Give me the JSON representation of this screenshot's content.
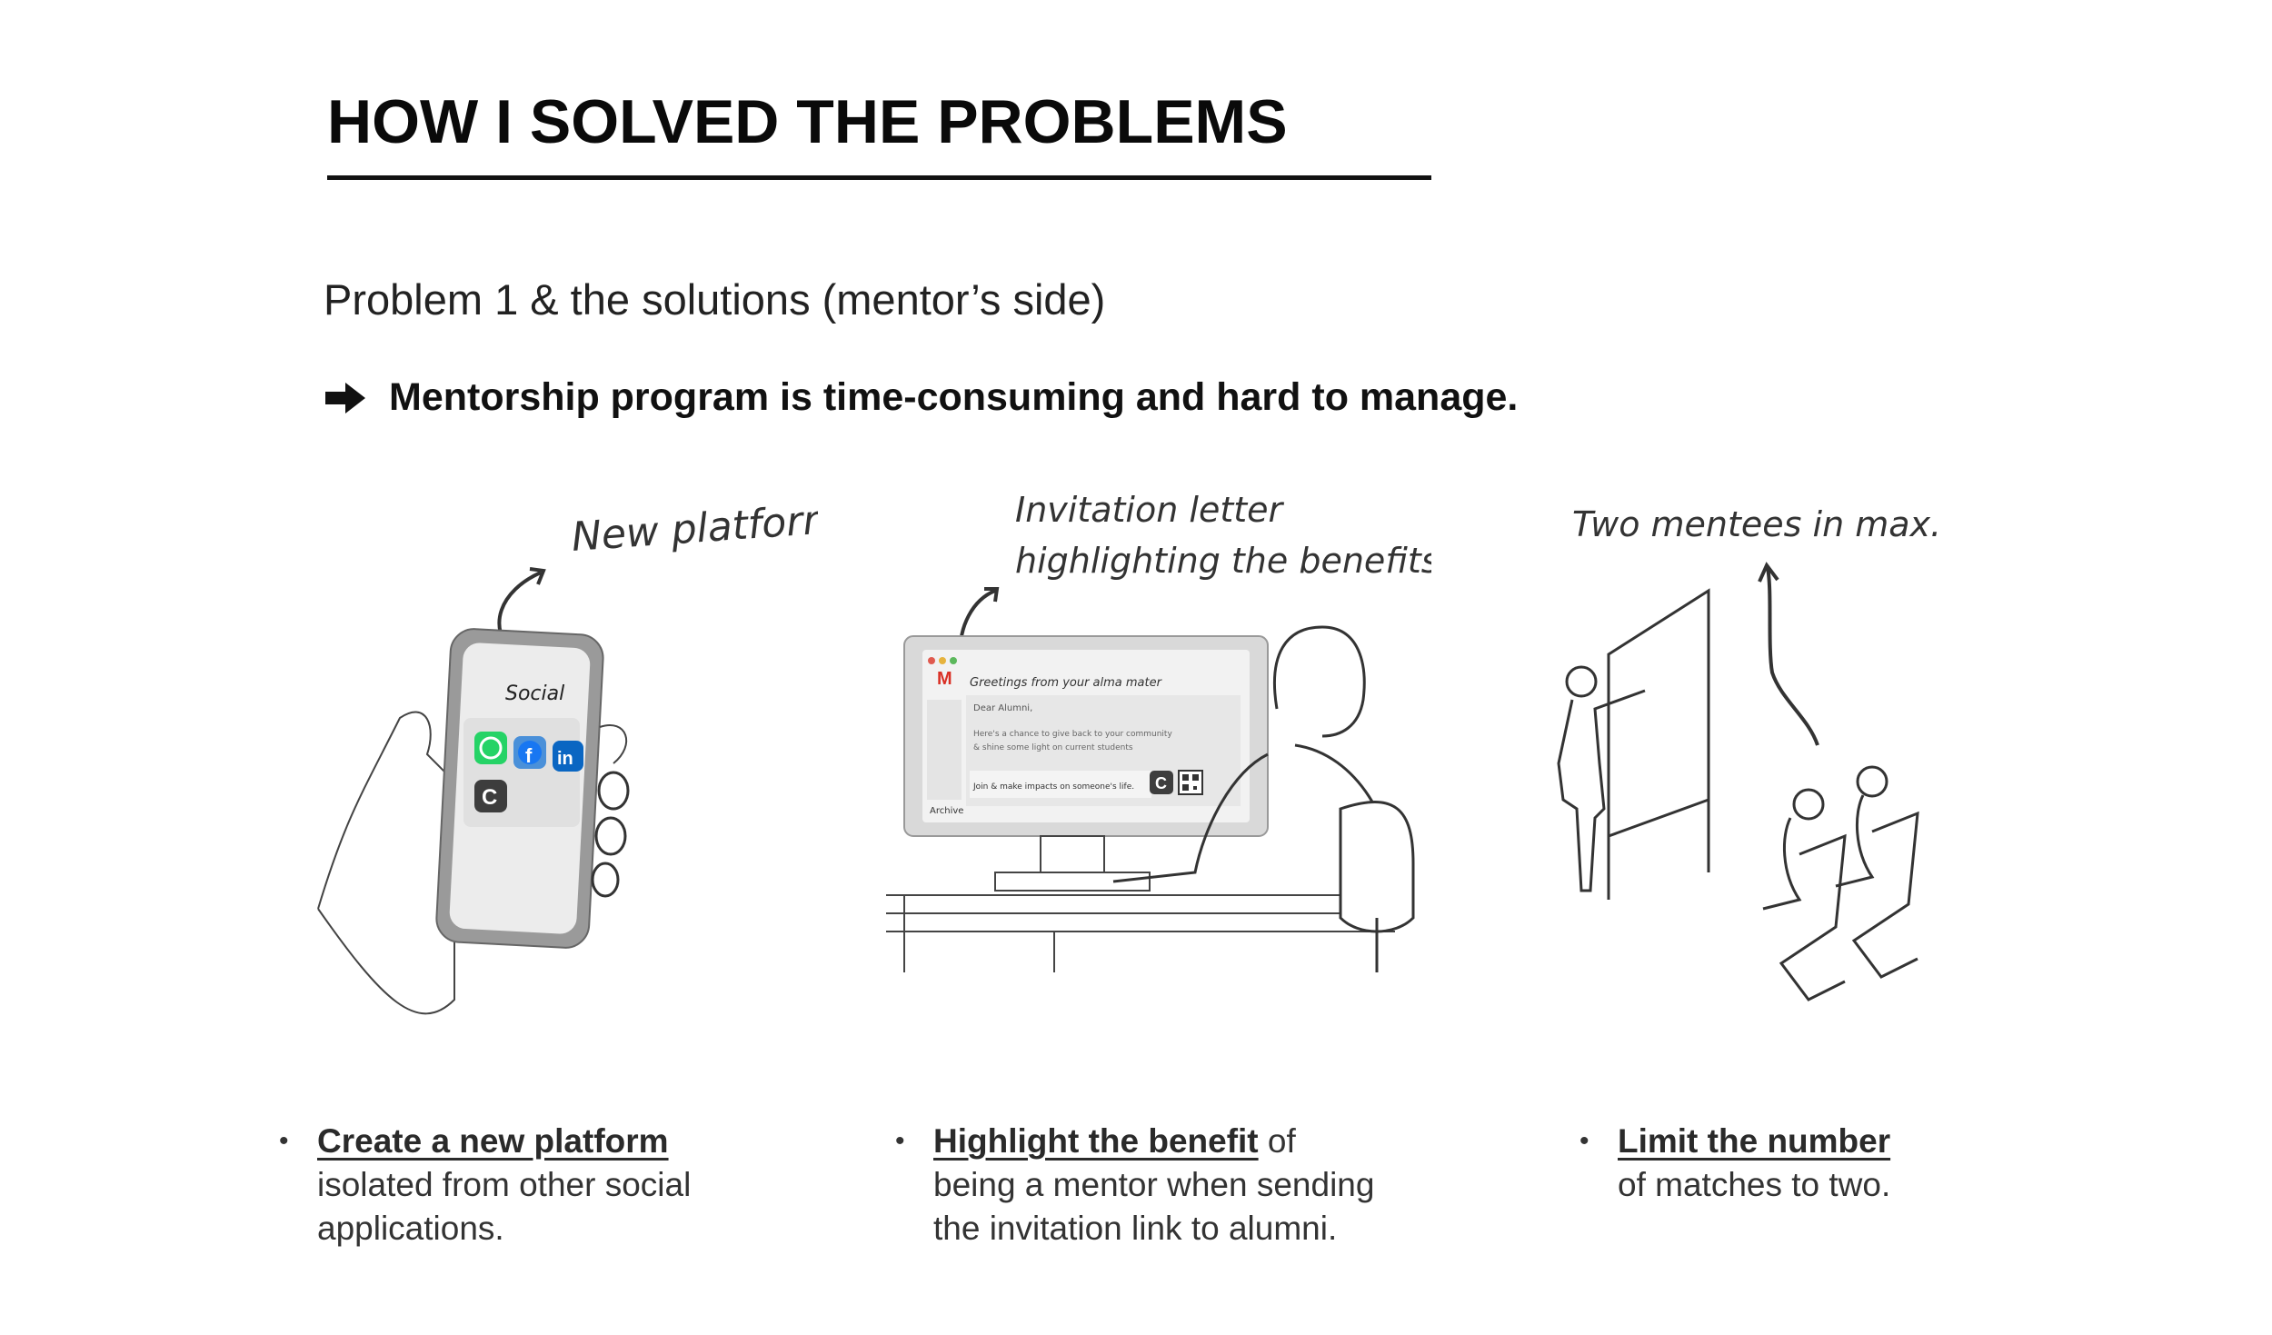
{
  "header": {
    "title": "HOW I SOLVED THE PROBLEMS"
  },
  "section": {
    "subtitle": "Problem 1 & the solutions (mentor’s side)",
    "problem_statement": "Mentorship program is time-consuming and hard to manage."
  },
  "illustrations": [
    {
      "note": "New platform",
      "screen_label": "Social",
      "app_icons": [
        "whatsapp-icon",
        "facebook-icon",
        "linkedin-icon",
        "c-app-icon"
      ],
      "c_letter": "C"
    },
    {
      "note_line1": "Invitation letter",
      "note_line2": "highlighting the benefits.",
      "mail_logo": "M",
      "email_subject": "Greetings from your alma mater",
      "email_greeting": "Dear Alumni,",
      "email_body1": "Here's a chance to give back to your community",
      "email_body2": "& shine some light on current students",
      "email_footer": "Join & make impacts on someone's life.",
      "email_sidebar_label": "Archive",
      "c_letter": "C"
    },
    {
      "note": "Two mentees in max."
    }
  ],
  "bullets": [
    {
      "lead": "Create a new platform",
      "rest_inline": "",
      "line2": "isolated from other social",
      "line3": "applications."
    },
    {
      "lead": "Highlight the benefit",
      "rest_inline": " of",
      "line2": "being a mentor when sending",
      "line3": "the invitation link to alumni."
    },
    {
      "lead": "Limit the number",
      "rest_inline": "",
      "line2": "of matches to two.",
      "line3": ""
    }
  ],
  "colors": {
    "whatsapp": "#25D366",
    "facebook": "#1877F2",
    "linkedin": "#0A66C2",
    "gmail_red": "#D93025",
    "phone_frame": "#9a9a9a",
    "screen_gray": "#d9d9d9",
    "text_dark": "#111111"
  }
}
